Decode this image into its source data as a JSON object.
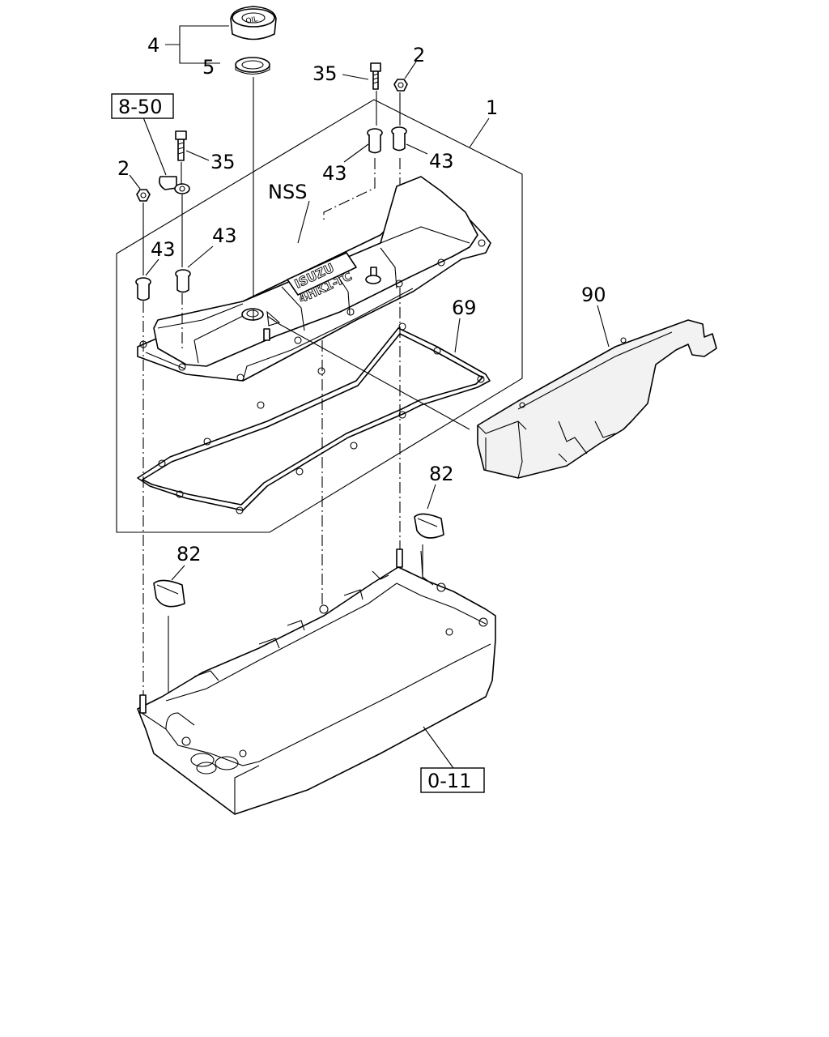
{
  "labels": {
    "cap": "4",
    "seal": "5",
    "bolt_top": "35",
    "nut_top": "2",
    "cover": "1",
    "ref_top": "8-50",
    "bolt_left": "35",
    "nut_left": "2",
    "grommet_center": "43",
    "grommet_right": "43",
    "nss": "NSS",
    "grommet_left_a": "43",
    "grommet_left_b": "43",
    "gasket": "69",
    "shroud": "90",
    "plug_right": "82",
    "plug_left": "82",
    "ref_bottom": "0-11"
  },
  "logo_text": {
    "line1": "ISUZU",
    "line2": "4HK1-TC"
  },
  "cap_text": "OIL"
}
